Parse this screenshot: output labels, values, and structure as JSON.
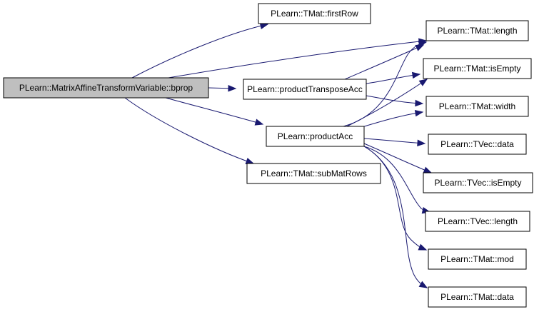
{
  "graph": {
    "nodes": [
      {
        "id": "bprop",
        "label": "PLearn::MatrixAffineTransformVariable::bprop",
        "root": true
      },
      {
        "id": "firstRow",
        "label": "PLearn::TMat::firstRow"
      },
      {
        "id": "tmatLength",
        "label": "PLearn::TMat::length"
      },
      {
        "id": "productTransposeAcc",
        "label": "PLearn::productTransposeAcc"
      },
      {
        "id": "tmatIsEmpty",
        "label": "PLearn::TMat::isEmpty"
      },
      {
        "id": "tmatWidth",
        "label": "PLearn::TMat::width"
      },
      {
        "id": "productAcc",
        "label": "PLearn::productAcc"
      },
      {
        "id": "tvecData",
        "label": "PLearn::TVec::data"
      },
      {
        "id": "subMatRows",
        "label": "PLearn::TMat::subMatRows"
      },
      {
        "id": "tvecIsEmpty",
        "label": "PLearn::TVec::isEmpty"
      },
      {
        "id": "tvecLength",
        "label": "PLearn::TVec::length"
      },
      {
        "id": "tmatMod",
        "label": "PLearn::TMat::mod"
      },
      {
        "id": "tmatData",
        "label": "PLearn::TMat::data"
      }
    ],
    "edges": [
      {
        "from": "bprop",
        "to": "firstRow"
      },
      {
        "from": "bprop",
        "to": "tmatLength"
      },
      {
        "from": "bprop",
        "to": "productTransposeAcc"
      },
      {
        "from": "bprop",
        "to": "productAcc"
      },
      {
        "from": "bprop",
        "to": "subMatRows"
      },
      {
        "from": "productTransposeAcc",
        "to": "tmatLength"
      },
      {
        "from": "productTransposeAcc",
        "to": "tmatIsEmpty"
      },
      {
        "from": "productTransposeAcc",
        "to": "tmatWidth"
      },
      {
        "from": "productAcc",
        "to": "tmatLength"
      },
      {
        "from": "productAcc",
        "to": "tmatIsEmpty"
      },
      {
        "from": "productAcc",
        "to": "tmatWidth"
      },
      {
        "from": "productAcc",
        "to": "tvecData"
      },
      {
        "from": "productAcc",
        "to": "tvecIsEmpty"
      },
      {
        "from": "productAcc",
        "to": "tvecLength"
      },
      {
        "from": "productAcc",
        "to": "tmatMod"
      },
      {
        "from": "productAcc",
        "to": "tmatData"
      }
    ],
    "colors": {
      "edge": "#191970",
      "root_fill": "#bfbfbf",
      "node_fill": "#ffffff",
      "border": "#000000"
    }
  }
}
